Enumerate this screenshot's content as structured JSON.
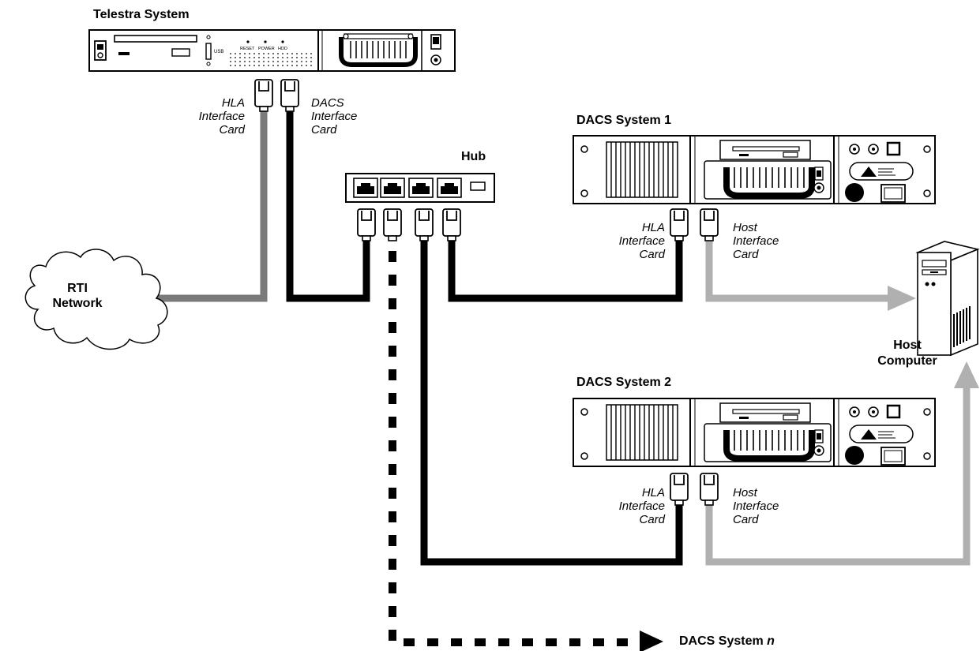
{
  "labels": {
    "telestra_system": "Telestra System",
    "hub": "Hub",
    "dacs_system_1": "DACS System 1",
    "dacs_system_2": "DACS System 2",
    "dacs_system_n_prefix": "DACS System ",
    "dacs_system_n_suffix": "n",
    "rti_network": [
      "RTI",
      "Network"
    ],
    "host_computer": [
      "Host",
      "Computer"
    ]
  },
  "cards": {
    "telestra_hla": [
      "HLA",
      "Interface",
      "Card"
    ],
    "telestra_dacs": [
      "DACS",
      "Interface",
      "Card"
    ],
    "dacs1_hla": [
      "HLA",
      "Interface",
      "Card"
    ],
    "dacs1_host": [
      "Host",
      "Interface",
      "Card"
    ],
    "dacs2_hla": [
      "HLA",
      "Interface",
      "Card"
    ],
    "dacs2_host": [
      "Host",
      "Interface",
      "Card"
    ]
  },
  "telestra_panel": {
    "usb": "USB",
    "reset": "RESET",
    "power": "POWER",
    "hdd": "HDD"
  },
  "colors": {
    "cable_black": "#000000",
    "cable_dark_gray": "#7a7a7a",
    "cable_light_gray": "#b0b0b0"
  }
}
